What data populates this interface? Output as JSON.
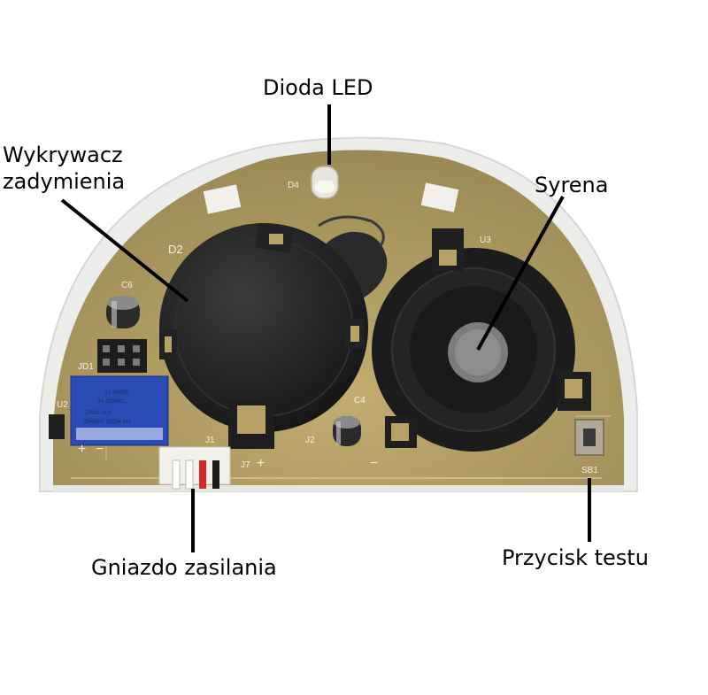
{
  "labels": {
    "led": "Dioda LED",
    "smoke_detector": [
      "Wykrywacz",
      "zadymienia"
    ],
    "siren": "Syrena",
    "power_socket": "Gniazdo zasilania",
    "test_button": "Przycisk testu"
  },
  "board_silkscreen": {
    "d4": "D4",
    "d2": "D2",
    "u3": "U3",
    "c6": "C6",
    "jd1": "JD1",
    "u2": "U2",
    "c4": "C4",
    "j1": "J1",
    "j2": "J2",
    "j7": "J7",
    "sb1": "SB1",
    "plus": "+",
    "minus": "−",
    "relay_lines": [
      "3A 30VDC",
      "3A 220VAC",
      "ZHUO HUI",
      "ZH4100F-DC5V-SH"
    ]
  },
  "colors": {
    "pcb": "#b6a266",
    "housing": "#ececea",
    "component_black": "#262626",
    "relay_blue": "#2a4bb5",
    "leader_line": "#000000"
  }
}
